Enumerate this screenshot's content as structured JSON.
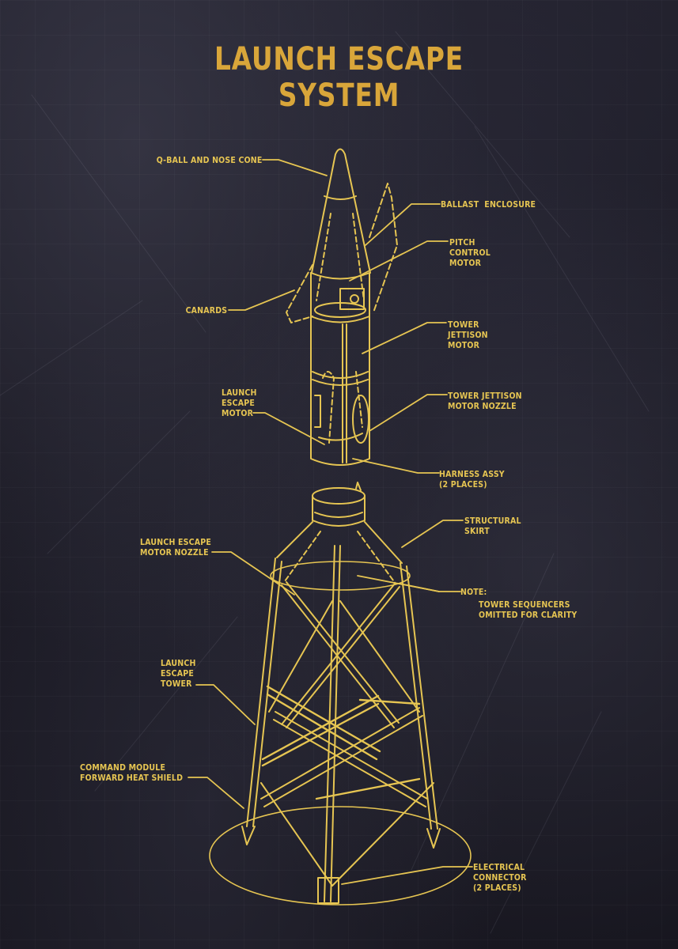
{
  "title": {
    "line1": "LAUNCH ESCAPE",
    "line2": "SYSTEM",
    "color": "#d9a63a"
  },
  "line_color": "#e6c552",
  "background_color": "#1c1b26",
  "labels": {
    "q_ball": "Q-BALL AND NOSE CONE",
    "ballast": "BALLAST  ENCLOSURE",
    "pitch_motor": "PITCH\nCONTROL\nMOTOR",
    "canards": "CANARDS",
    "tower_jettison_motor": "TOWER\nJETTISON\nMOTOR",
    "launch_escape_motor": "LAUNCH\nESCAPE\nMOTOR",
    "tower_jettison_nozzle": "TOWER JETTISON\nMOTOR NOZZLE",
    "harness": "HARNESS ASSY\n(2 PLACES)",
    "structural_skirt": "STRUCTURAL\nSKIRT",
    "les_motor_nozzle": "LAUNCH ESCAPE\nMOTOR NOZZLE",
    "note_head": "NOTE:",
    "note_body": "TOWER SEQUENCERS\nOMITTED FOR CLARITY",
    "launch_escape_tower": "LAUNCH\nESCAPE\nTOWER",
    "cm_heat_shield": "COMMAND MODULE\nFORWARD HEAT SHIELD",
    "electrical_connector": "ELECTRICAL\nCONNECTOR\n(2 PLACES)"
  }
}
